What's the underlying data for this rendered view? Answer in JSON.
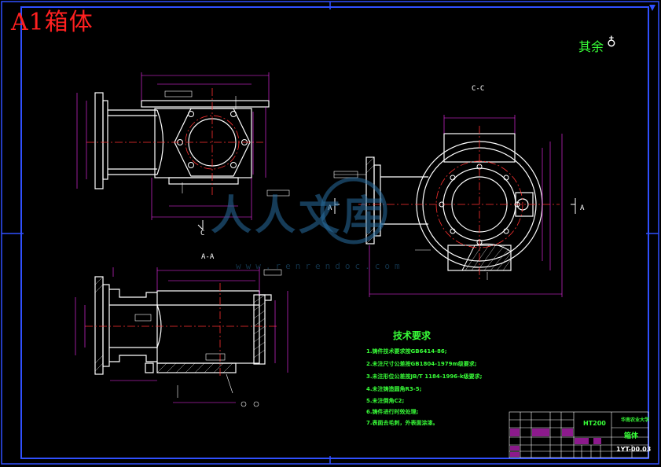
{
  "drawing": {
    "title": "A1箱体",
    "roughness_label": "其余",
    "roughness_symbol": "♁"
  },
  "views": {
    "section_cc": "C-C",
    "section_aa": "A-A",
    "cut_marker_a_left": "A",
    "cut_marker_a_right": "A",
    "cut_marker_c": "C"
  },
  "tech_requirements": {
    "title": "技术要求",
    "items": [
      "1.铸件技术要求按GB6414-86;",
      "2.未注尺寸公差按GB1804-1979m级要求;",
      "3.未注形位公差按JB/T 1184-1996-k级要求;",
      "4.未注铸造圆角R3-5;",
      "5.未注倒角C2;",
      "6.铸件进行时效处理;",
      "7.表面去毛刺，外表面涂漆。"
    ]
  },
  "title_block": {
    "company": "华南农业大学",
    "material": "HT200",
    "part_name": "箱体",
    "drawing_no": "1YT-00.03"
  },
  "watermark": {
    "text": "人人文库",
    "url": "www.renrendoc.com"
  },
  "colors": {
    "background": "#000000",
    "outline": "#ffffff",
    "centerline": "#ff3030",
    "dimension": "#ff30ff",
    "text_green": "#38ff38",
    "border_blue": "#3050ff"
  }
}
